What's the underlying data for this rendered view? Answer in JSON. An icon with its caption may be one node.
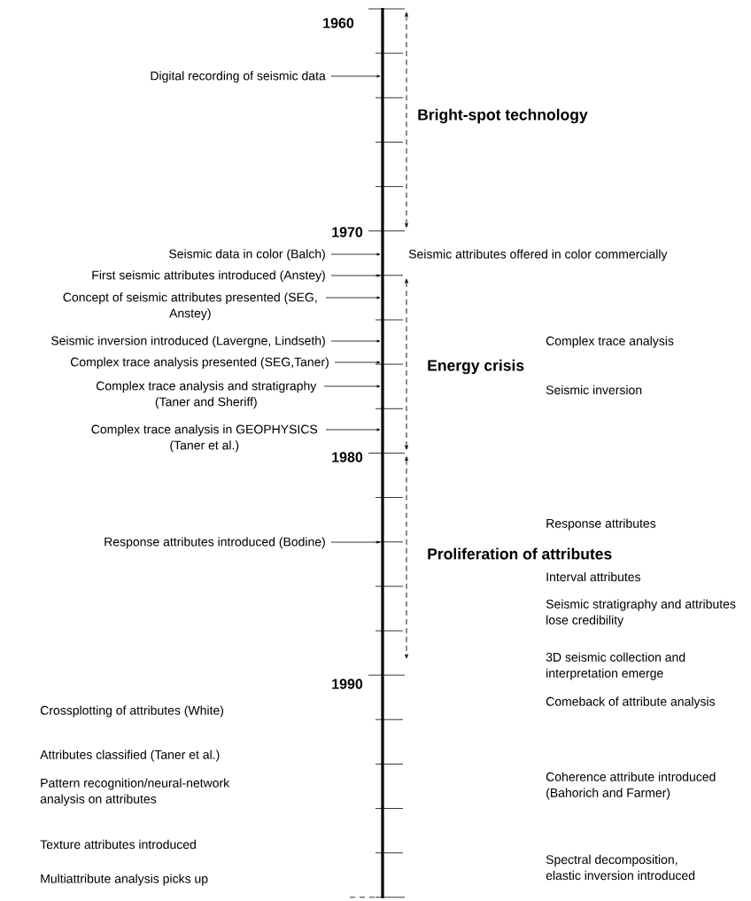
{
  "diagram": {
    "nodes": [
      {
        "text": [],
        "shape": "bar"
      },
      {
        "text": [
          "Digital recording of seismic data"
        ]
      },
      {
        "text": [
          "Seismic data in color (Balch)"
        ]
      },
      {
        "text": [
          "First seismic attributes introduced (Anstey)"
        ]
      },
      {
        "text": [
          "Concept of seismic attributes presented (SEG, Anstey)"
        ]
      },
      {
        "text": [
          "Seismic inversion introduced (Lavergne, Lindseth)"
        ]
      },
      {
        "text": [
          "Complex trace analysis presented (SEG,Taner)"
        ]
      },
      {
        "text": [
          "Complex trace analysis and stratigraphy (Taner and Sheriff)"
        ]
      },
      {
        "text": [
          "Complex trace analysis in GEOPHYSICS (Taner et al.)"
        ]
      },
      {
        "text": [
          "Response attributes introduced (Bodine)"
        ]
      }
    ],
    "edges": [
      {
        "from": 1,
        "to": 0,
        "arrow": "to"
      },
      {
        "from": 2,
        "to": 0,
        "arrow": "to"
      },
      {
        "from": 3,
        "to": 0,
        "arrow": "to"
      },
      {
        "from": 4,
        "to": 0,
        "arrow": "to"
      },
      {
        "from": 5,
        "to": 0,
        "arrow": "to"
      },
      {
        "from": 6,
        "to": 0,
        "arrow": "to"
      },
      {
        "from": 7,
        "to": 0,
        "arrow": "to"
      },
      {
        "from": 8,
        "to": 0,
        "arrow": "to"
      },
      {
        "from": 9,
        "to": 0,
        "arrow": "to"
      }
    ],
    "labels": [
      "1960",
      "Bright-spot technology",
      "1970",
      "Seismic attributes offered in color commercially",
      "Complex trace analysis",
      "Energy crisis",
      "Seismic inversion",
      "1980",
      "Response attributes",
      "Proliferation of attributes",
      "Interval attributes",
      "Seismic stratigraphy and attributes lose credibility",
      "3D seismic collection and interpretation emerge",
      "1990",
      "Comeback of attribute analysis",
      "Crossplotting of attributes (White)",
      "Attributes classified (Taner et al.)",
      "Pattern recognition/neural-network analysis on attributes",
      "Coherence attribute introduced (Bahorich and Farmer)",
      "Texture attributes introduced",
      "Spectral decomposition, elastic inversion introduced",
      "Multiattribute analysis picks up"
    ]
  }
}
